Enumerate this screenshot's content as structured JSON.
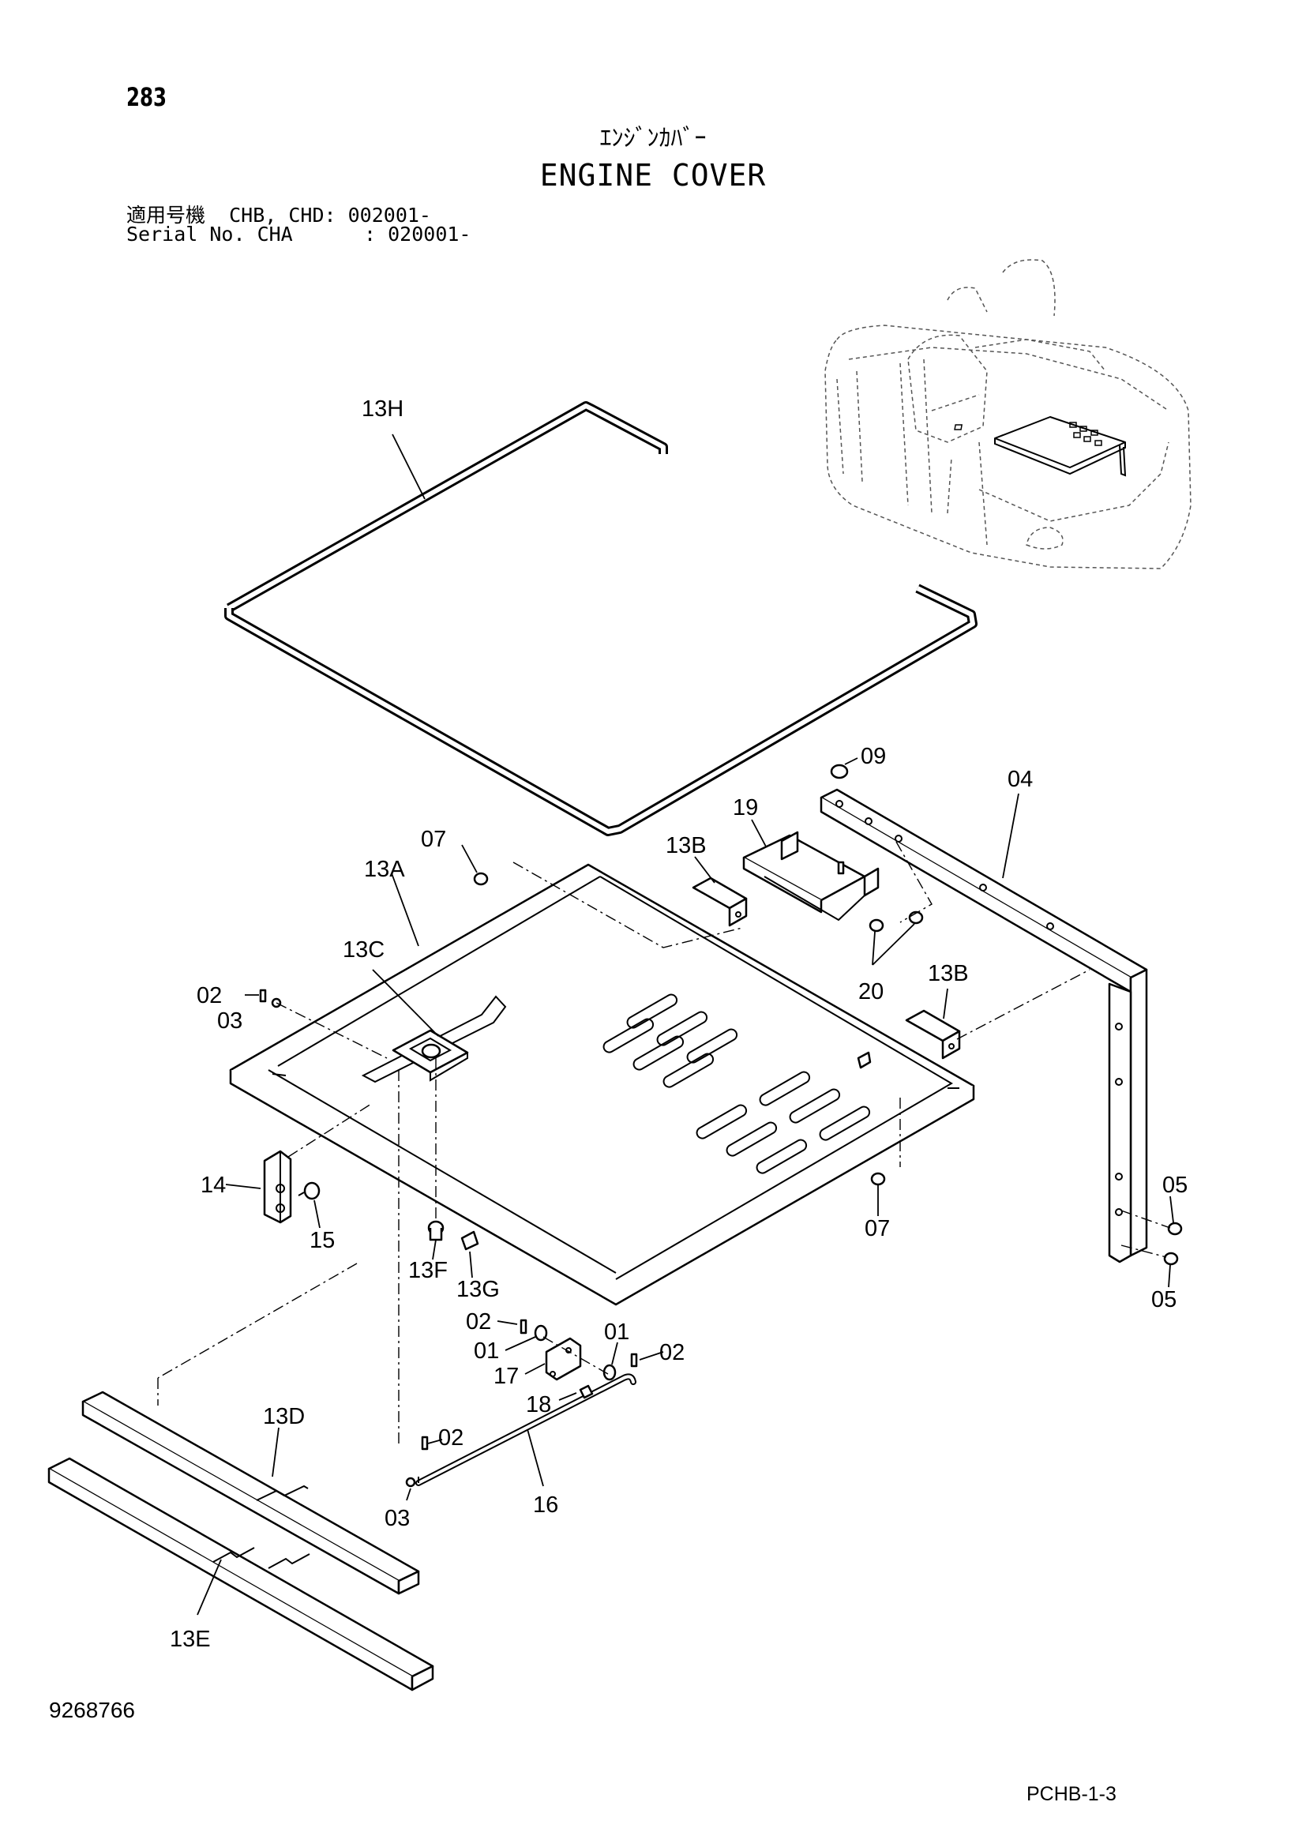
{
  "header": {
    "page_number": "283",
    "title_ja": "ｴﾝｼﾞﾝｶﾊﾞｰ",
    "title_en": "ENGINE COVER",
    "serial_line_1": "適用号機  CHB, CHD: 002001-",
    "serial_line_2": "Serial No. CHA      : 020001-"
  },
  "footer": {
    "drawing_number": "9268766",
    "page_code": "PCHB-1-3"
  },
  "callouts": {
    "c13H": "13H",
    "c09": "09",
    "c04": "04",
    "c19": "19",
    "c13B_top": "13B",
    "c07_top": "07",
    "c13A": "13A",
    "c13C": "13C",
    "c02_left": "02",
    "c03_left": "03",
    "c20": "20",
    "c13B_right": "13B",
    "c14": "14",
    "c15": "15",
    "c13F": "13F",
    "c13G": "13G",
    "c07_bottom": "07",
    "c05_top": "05",
    "c05_bottom": "05",
    "c02_mid": "02",
    "c01_left": "01",
    "c01_right": "01",
    "c02_right": "02",
    "c17": "17",
    "c18": "18",
    "c13D": "13D",
    "c02_low": "02",
    "c03_low": "03",
    "c16": "16",
    "c13E": "13E"
  }
}
